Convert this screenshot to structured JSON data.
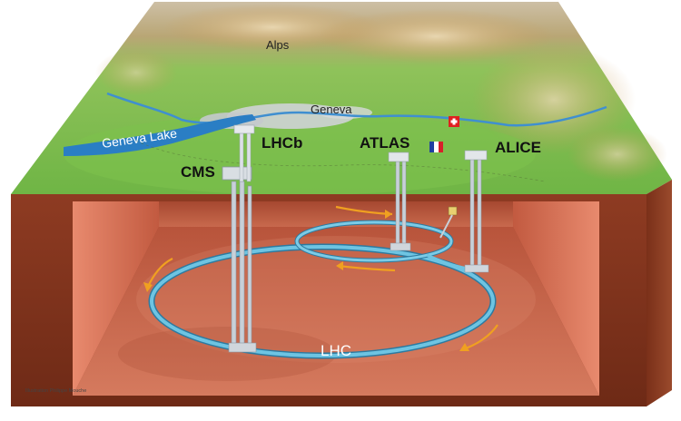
{
  "labels": {
    "alps": "Alps",
    "geneva": "Geneva",
    "geneva_lake": "Geneva Lake",
    "lhcb": "LHCb",
    "atlas": "ATLAS",
    "alice": "ALICE",
    "cms": "CMS",
    "lhc": "LHC",
    "credit": "Illustration Philippe Mouche"
  },
  "colors": {
    "terrain_green": "#7cbf4a",
    "mountains": "#d4a865",
    "lake_blue": "#2a7ec4",
    "rock_brown": "#8a3a22",
    "cavern_floor": "#c9634a",
    "tunnel_blue": "#5fb6d6",
    "beam_arrow": "#f0a020"
  }
}
